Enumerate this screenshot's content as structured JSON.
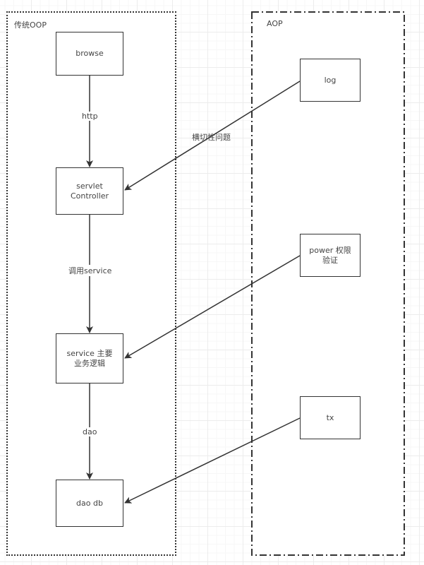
{
  "diagram": {
    "containers": {
      "oop": {
        "title": "传统OOP",
        "style": "dotted"
      },
      "aop": {
        "title": "AOP",
        "style": "dash-dot"
      }
    },
    "nodes": {
      "browse": "browse",
      "servlet": "servlet\nController",
      "service": "service    主要\n业务逻辑",
      "dao": "dao db",
      "log": "log",
      "power": "power 权限\n验证",
      "tx": "tx"
    },
    "edges": {
      "browse_to_servlet": "http",
      "servlet_to_service": "调用service",
      "service_to_dao": "dao",
      "log_to_servlet": "横切性问题",
      "power_to_service": "",
      "tx_to_dao": ""
    },
    "colors": {
      "stroke": "#333333",
      "text": "#444444",
      "grid": "#ececec"
    }
  }
}
